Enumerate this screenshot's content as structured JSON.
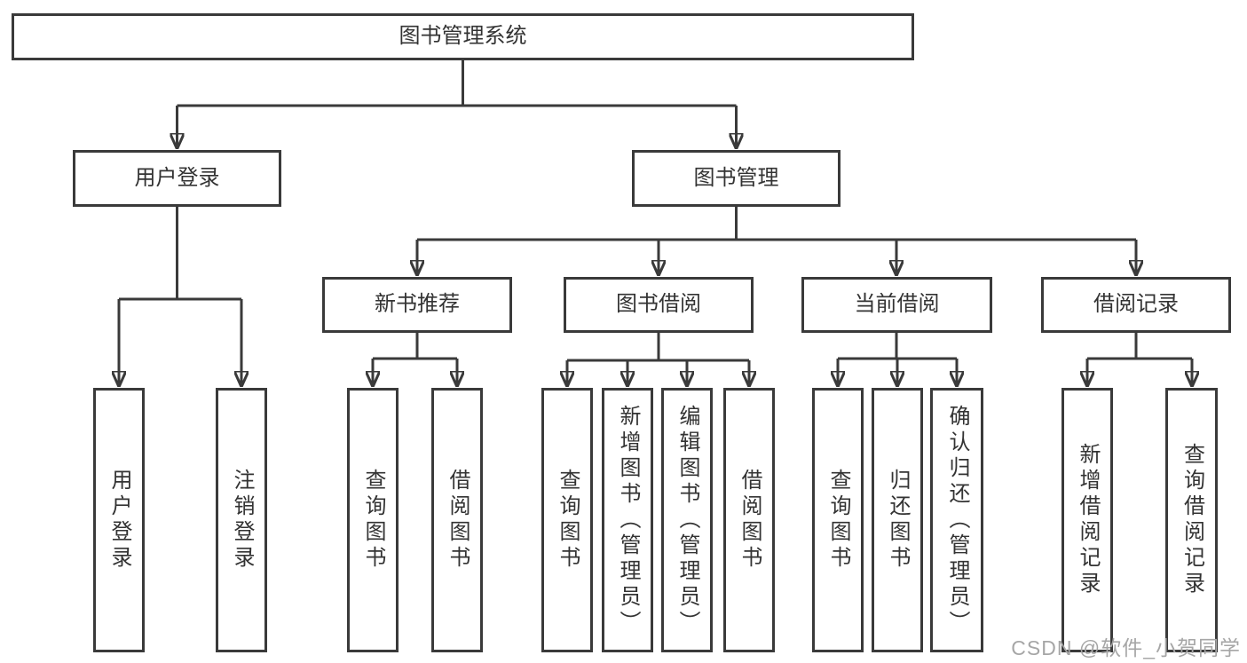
{
  "colors": {
    "line": "#3a3a3a",
    "box_border": "#3a3a3a",
    "box_background": "#ffffff",
    "text": "#333333",
    "watermark": "#a6a6a6"
  },
  "chart": {
    "root": {
      "label": "图书管理系统"
    },
    "user": {
      "label": "用户登录",
      "children": [
        {
          "label": "用户登录"
        },
        {
          "label": "注销登录"
        }
      ]
    },
    "mgmt": {
      "label": "图书管理",
      "sections": [
        {
          "label": "新书推荐",
          "children": [
            {
              "label": "查询图书"
            },
            {
              "label": "借阅图书"
            }
          ]
        },
        {
          "label": "图书借阅",
          "children": [
            {
              "label": "查询图书"
            },
            {
              "label": "新增图书（管理员）"
            },
            {
              "label": "编辑图书（管理员）"
            },
            {
              "label": "借阅图书"
            }
          ]
        },
        {
          "label": "当前借阅",
          "children": [
            {
              "label": "查询图书"
            },
            {
              "label": "归还图书"
            },
            {
              "label": "确认归还（管理员）"
            }
          ]
        },
        {
          "label": "借阅记录",
          "children": [
            {
              "label": "新增借阅记录"
            },
            {
              "label": "查询借阅记录"
            }
          ]
        }
      ]
    }
  },
  "watermark": {
    "text": "CSDN @软件_小贺同学"
  }
}
